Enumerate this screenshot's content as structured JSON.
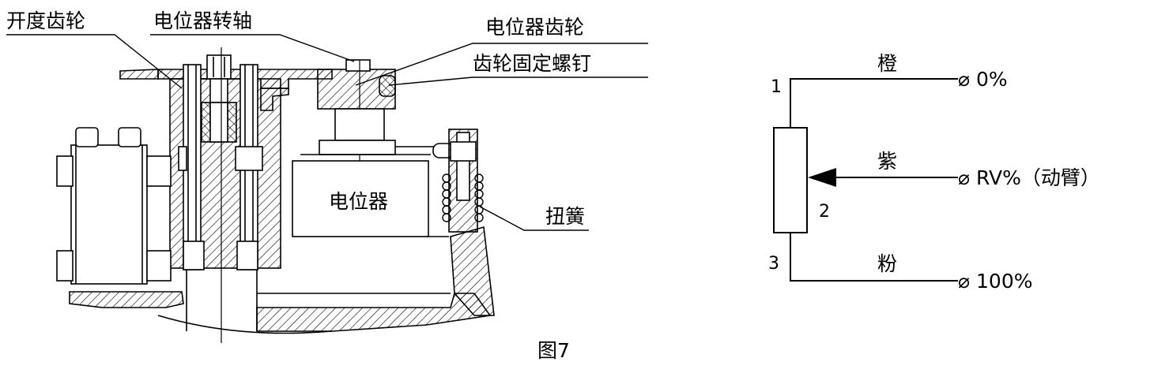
{
  "labels": {
    "gear": "开度齿轮",
    "shaft": "电位器转轴",
    "pot_gear": "电位器齿轮",
    "screw": "齿轮固定螺钉",
    "pot": "电位器",
    "spring": "扭簧"
  },
  "circuit": {
    "pins": [
      "1",
      "2",
      "3"
    ],
    "wires": [
      "橙",
      "紫",
      "粉"
    ],
    "terminals": [
      "0%",
      "RV%（动臂）",
      "100%"
    ],
    "terminal_symbol": "⌀"
  },
  "caption": "图7"
}
